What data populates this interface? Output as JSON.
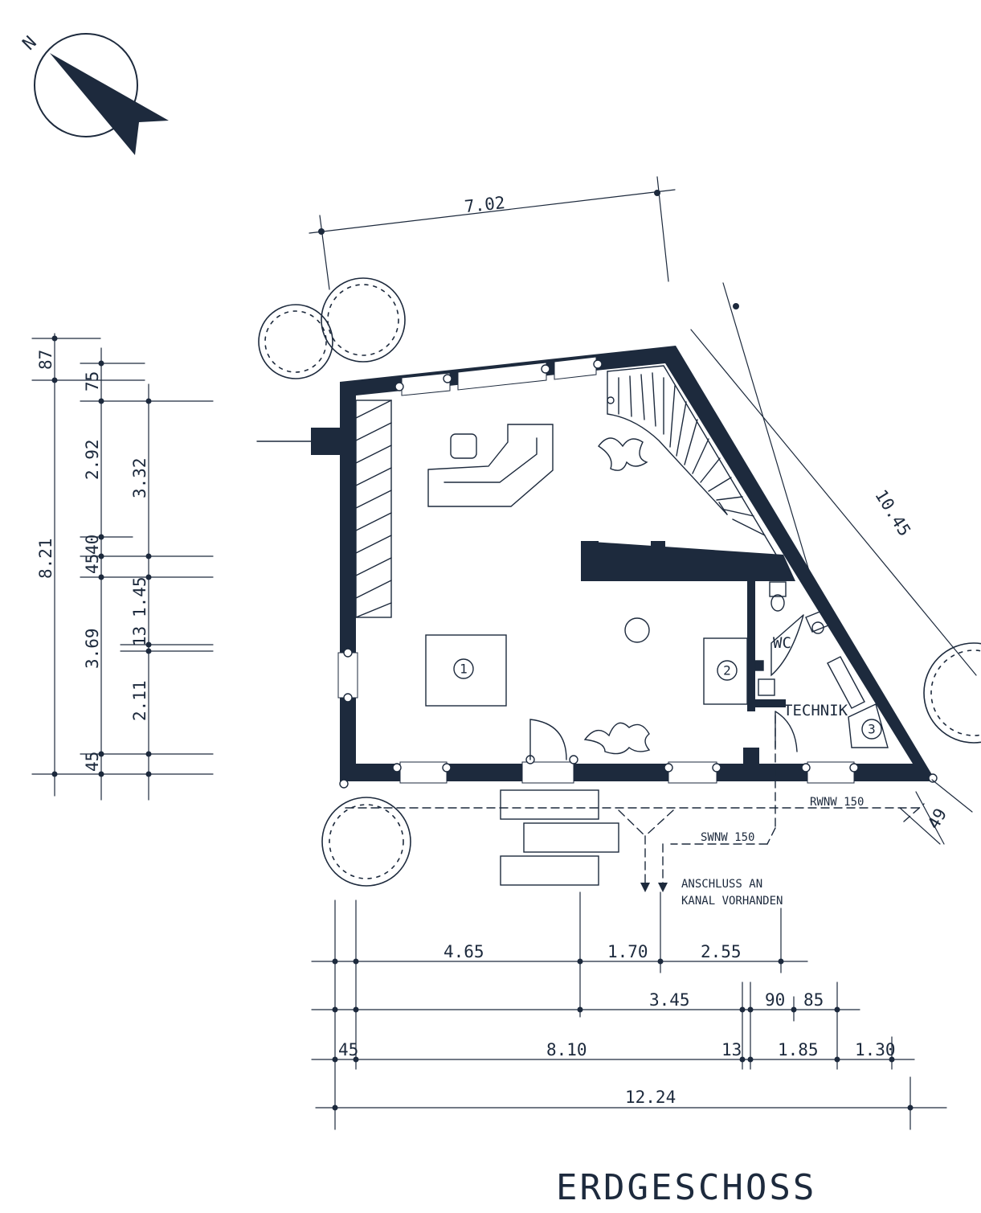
{
  "title": "ERDGESCHOSS",
  "north": "N",
  "rooms": {
    "wc": "WC",
    "technik": "TECHNIK"
  },
  "markers": [
    "1",
    "2",
    "3"
  ],
  "pipes": {
    "rwnw": "RWNW 150",
    "swnw": "SWNW 150"
  },
  "connection_note": [
    "ANSCHLUSS AN",
    "KANAL VORHANDEN"
  ],
  "dimensions": {
    "top": "7.02",
    "diagonal": "10.45",
    "corner": "49",
    "left_outer": [
      "87",
      "8.21"
    ],
    "left_middle": [
      "75",
      "2.92",
      "45",
      "40",
      "3.69",
      "45"
    ],
    "left_inner": [
      "3.32",
      "1.45",
      "13",
      "2.11"
    ],
    "bottom_row1": [
      "4.65",
      "1.70",
      "2.55"
    ],
    "bottom_row2": [
      "3.45",
      "90",
      "85"
    ],
    "bottom_row3": [
      "45",
      "8.10",
      "13",
      "1.85",
      "1.30"
    ],
    "bottom_total": "12.24"
  },
  "colors": {
    "ink": "#1d2a3d",
    "paper": "#ffffff"
  }
}
